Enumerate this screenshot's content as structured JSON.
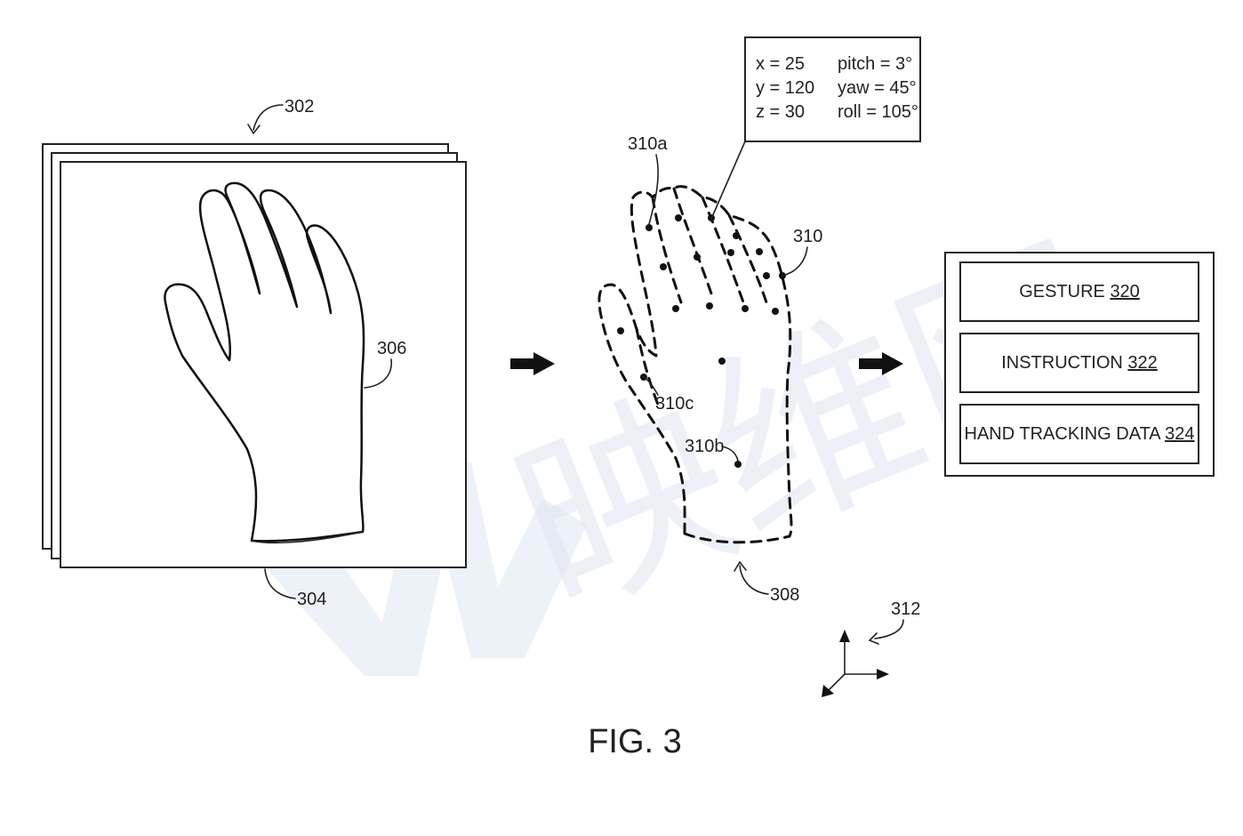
{
  "figure": {
    "title": "FIG. 3"
  },
  "refs": {
    "r302": "302",
    "r304": "304",
    "r306": "306",
    "r308": "308",
    "r310": "310",
    "r310a": "310a",
    "r310b": "310b",
    "r310c": "310c",
    "r312": "312"
  },
  "pose_box": {
    "x": "x = 25",
    "y": "y = 120",
    "z": "z = 30",
    "pitch": "pitch = 3°",
    "yaw": "yaw = 45°",
    "roll": "roll = 105°"
  },
  "outputs": [
    {
      "label": "GESTURE",
      "ref": "320"
    },
    {
      "label": "INSTRUCTION",
      "ref": "322"
    },
    {
      "label": "HAND TRACKING DATA",
      "ref": "324"
    }
  ],
  "watermark": {
    "text": "映维网"
  }
}
